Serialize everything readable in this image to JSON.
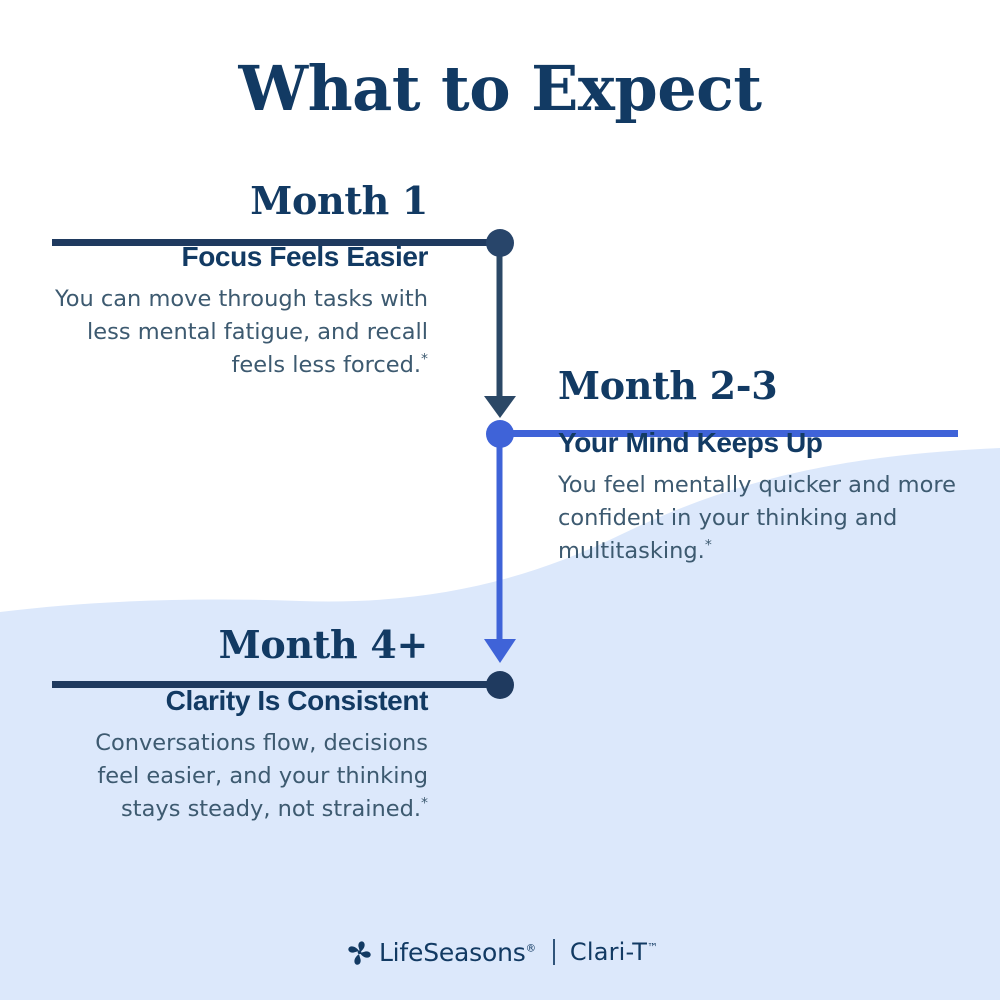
{
  "page": {
    "title": "What to Expect",
    "background_color": "#ffffff",
    "wave_color": "#dce8fb"
  },
  "colors": {
    "navy": "#123a63",
    "navy_dot": "#1f3a5f",
    "royal_blue": "#3f63d8",
    "body_text": "#3d5a70",
    "wave_fill": "#dce8fb"
  },
  "timeline": {
    "stages": [
      {
        "id": "month-1",
        "month": "Month 1",
        "heading": "Focus Feels Easier",
        "body": "You can move through tasks with less mental fatigue, and recall feels less forced.",
        "footnote_marker": "*",
        "accent": "#1f3a5f",
        "align": "right"
      },
      {
        "id": "month-2-3",
        "month": "Month 2-3",
        "heading": "Your Mind Keeps Up",
        "body": "You feel mentally quicker and more confident in your thinking and multitasking.",
        "footnote_marker": "*",
        "accent": "#3f63d8",
        "align": "left"
      },
      {
        "id": "month-4-plus",
        "month": "Month 4+",
        "heading": "Clarity Is Consistent",
        "body": "Conversations flow, decisions feel easier, and your thinking stays steady, not strained.",
        "footnote_marker": "*",
        "accent": "#1f3a5f",
        "align": "right"
      }
    ]
  },
  "footer": {
    "brand": "LifeSeasons",
    "brand_mark": "®",
    "divider": "|",
    "product": "Clari-T",
    "product_mark": "™",
    "logo_icon": "pinwheel-logo-icon"
  }
}
